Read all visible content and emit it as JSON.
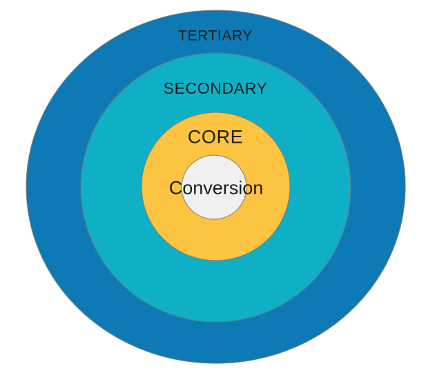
{
  "diagram": {
    "type": "concentric-circles",
    "background_color": "#ffffff",
    "outline_color": "#777777",
    "label_color": "#1d1d1b",
    "rings": [
      {
        "id": "tertiary",
        "label": "TERTIARY",
        "color": "#0e7ab5"
      },
      {
        "id": "secondary",
        "label": "SECONDARY",
        "color": "#0fb0c5"
      },
      {
        "id": "core",
        "label": "CORE",
        "color": "#fcc440"
      },
      {
        "id": "conversion",
        "label": "Conversion",
        "color": "#f0f0ef"
      }
    ]
  }
}
